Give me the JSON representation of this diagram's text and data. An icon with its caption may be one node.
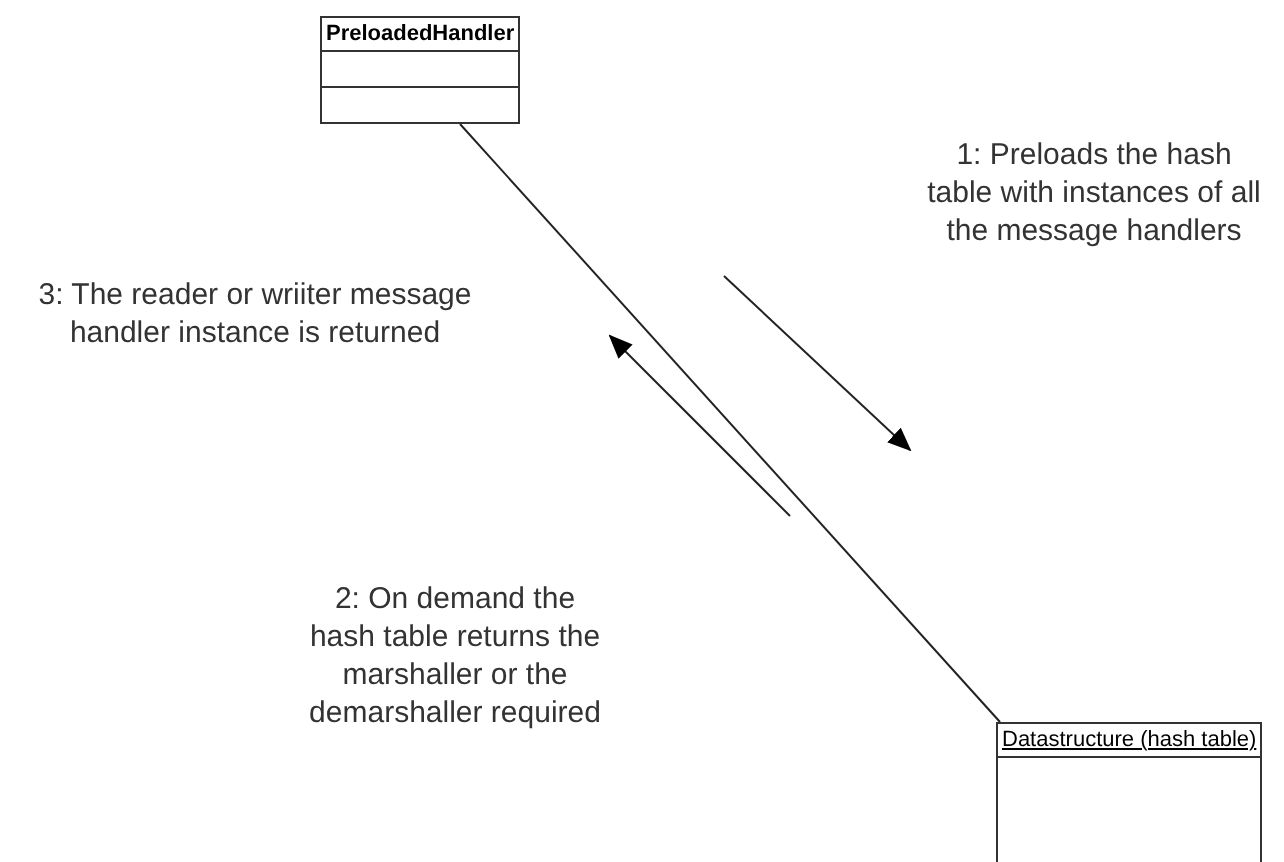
{
  "diagram": {
    "nodes": [
      {
        "text": [
          "PreloadedHandler"
        ]
      },
      {
        "text": [
          "Datastructure (hash table)"
        ]
      }
    ],
    "edges": [
      {
        "from": 0,
        "to": 1,
        "arrow": "none"
      }
    ],
    "labels": [
      "1: Preloads the hash table with instances of all the message handlers",
      "3: The reader or wriiter message handler instance is returned",
      "2: On demand the hash table returns the marshaller or the demarshaller required"
    ]
  }
}
